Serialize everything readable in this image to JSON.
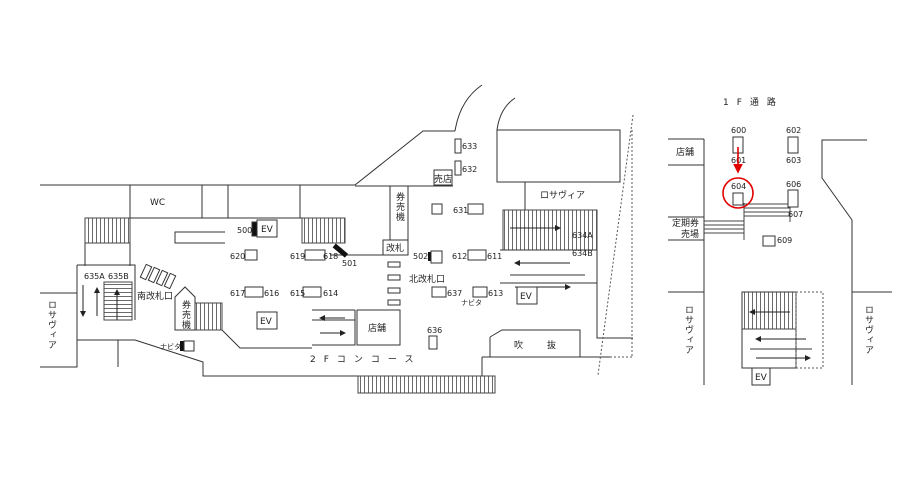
{
  "map": {
    "wc": "WC",
    "ev": "EV",
    "concourse": "2Fコンコース",
    "south_gate": "南改札口",
    "north_gate": "北改札口",
    "ticket_machine": "券売機",
    "gate": "改札",
    "kiosk": "売店",
    "shop": "店舗",
    "atrium_1": "吹",
    "atrium_2": "抜",
    "rosavia": "ロサヴィア",
    "navita": "ナビタ",
    "passage_1f": "1F通路",
    "commuter_pass_1": "定期券",
    "commuter_pass_2": "売場"
  },
  "locations": {
    "l500": "500",
    "l501": "501",
    "l502": "502",
    "l620": "620",
    "l619": "619",
    "l618": "618",
    "l617": "617",
    "l616": "616",
    "l615": "615",
    "l614": "614",
    "l612": "612",
    "l611": "611",
    "l613": "613",
    "l637": "637",
    "l631": "631",
    "l632": "632",
    "l633": "633",
    "l636": "636",
    "l634a": "634A",
    "l634b": "634B",
    "l635a": "635A",
    "l635b": "635B",
    "l600": "600",
    "l601": "601",
    "l602": "602",
    "l603": "603",
    "l604": "604",
    "l606": "606",
    "l607": "607",
    "l609": "609"
  },
  "highlight": {
    "target": "604",
    "color": "#e00000"
  }
}
